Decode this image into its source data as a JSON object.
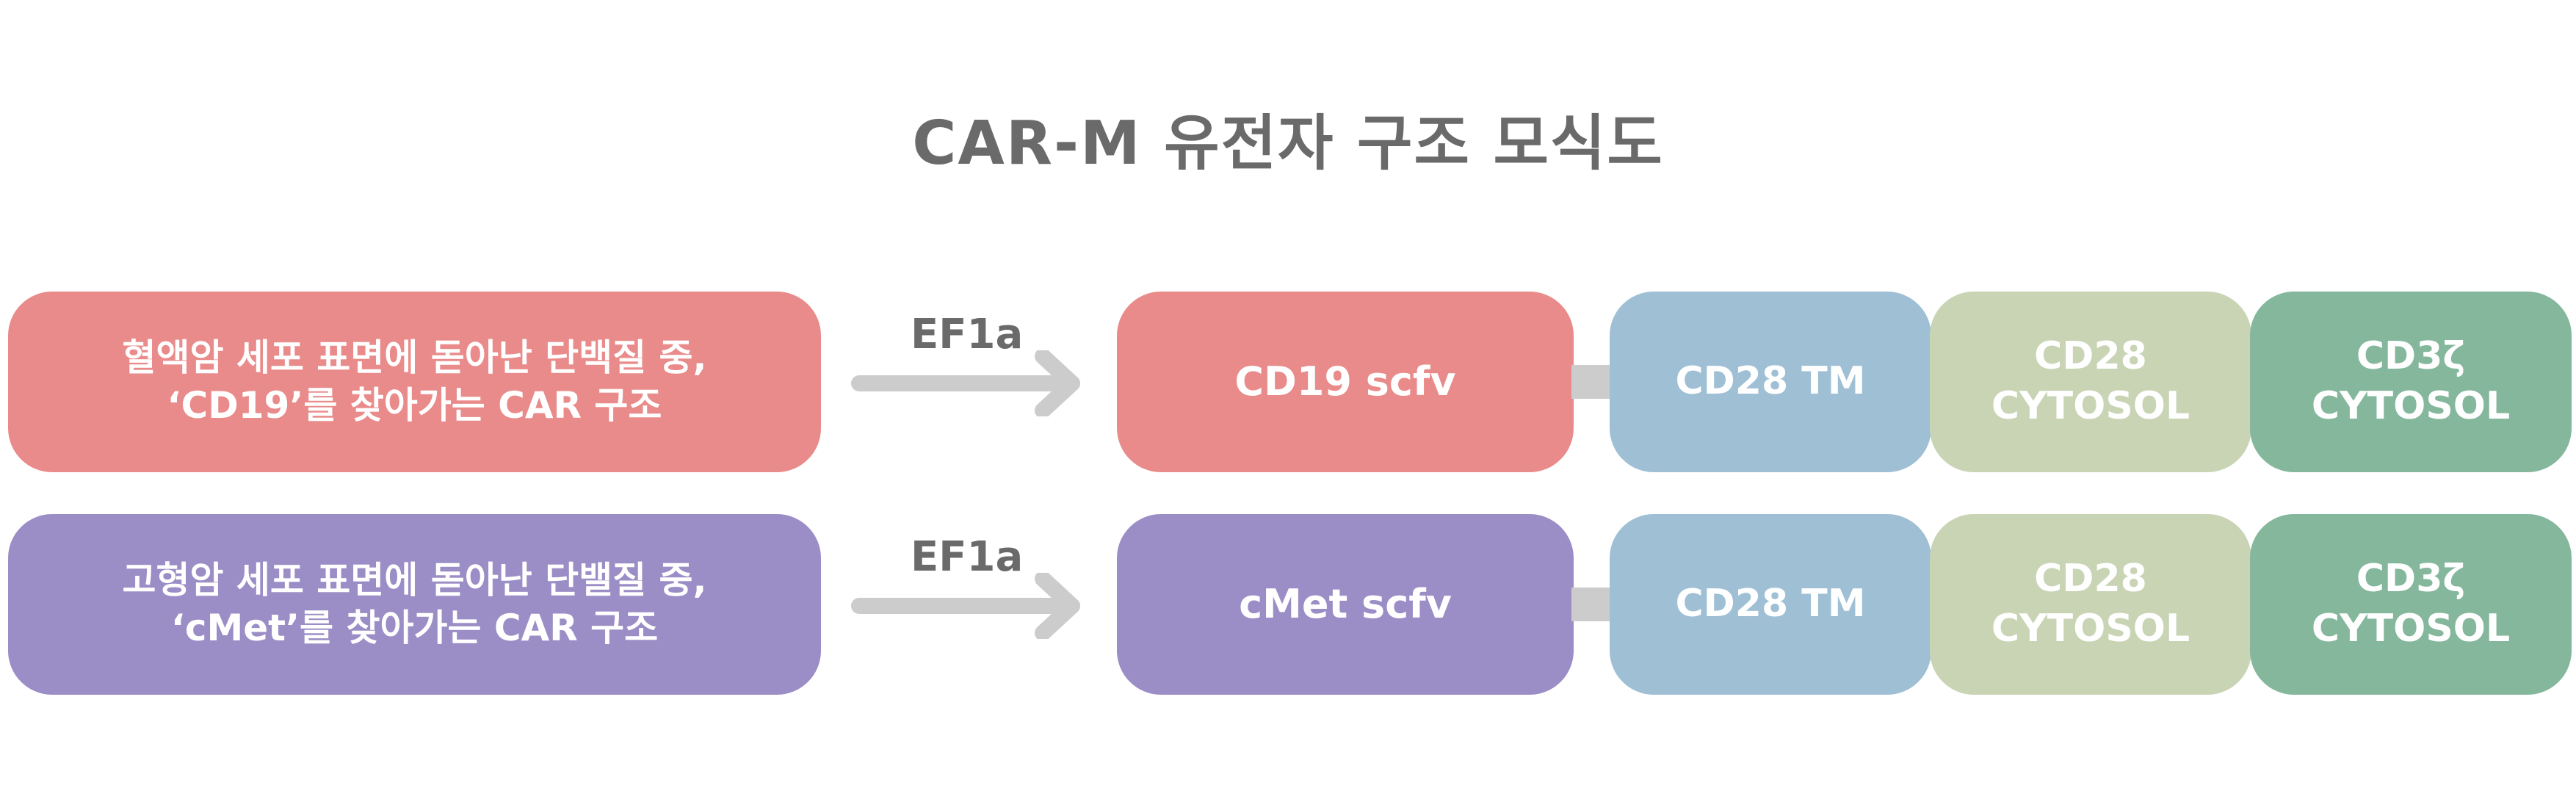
{
  "title": "CAR-M 유전자 구조 모식도",
  "rows": [
    {
      "description_line1": "혈액암 세포 표면에 돋아난 단백질 중,",
      "description_line2": "‘CD19’를 찾아가는 CAR 구조",
      "promoter": "EF1a",
      "scfv": "CD19 scfv",
      "tm": "CD28 TM",
      "cytosol_line1": "CD28",
      "cytosol_line2": "CYTOSOL",
      "zeta_line1": "CD3ζ",
      "zeta_line2": "CYTOSOL",
      "color": "#E98B8A"
    },
    {
      "description_line1": "고형암 세포 표면에 돋아난 단밸질 중,",
      "description_line2": "‘cMet’를 찾아가는 CAR 구조",
      "promoter": "EF1a",
      "scfv": "cMet scfv",
      "tm": "CD28 TM",
      "cytosol_line1": "CD28",
      "cytosol_line2": "CYTOSOL",
      "zeta_line1": "CD3ζ",
      "zeta_line2": "CYTOSOL",
      "color": "#9B8DC6"
    }
  ],
  "colors": {
    "tm": "#9FBFD5",
    "cytosol": "#C9D4B5",
    "zeta": "#84B79C",
    "arrow": "#CCCCCC",
    "title": "#6A6A6A"
  }
}
